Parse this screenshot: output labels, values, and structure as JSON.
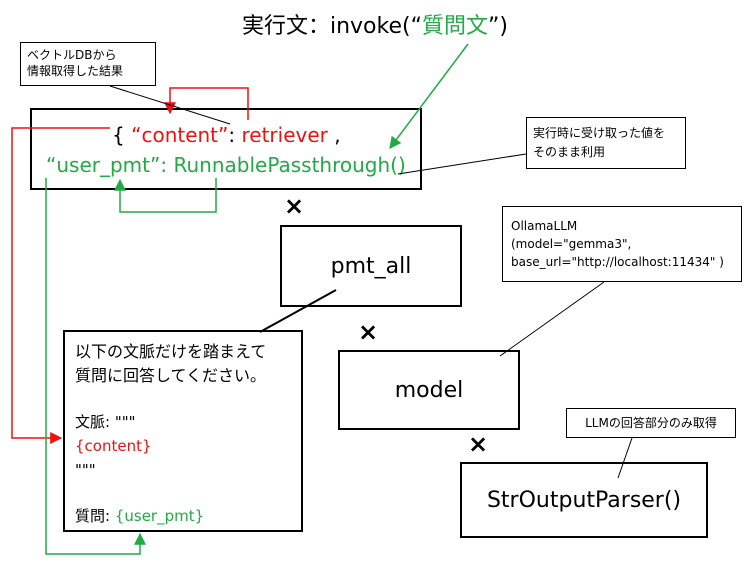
{
  "title": {
    "prefix": "実行文：invoke(“",
    "query": "質問文",
    "suffix": "”)"
  },
  "notes": {
    "retrieval": {
      "line1": "ベクトルDBから",
      "line2": "情報取得した結果"
    },
    "passthrough": {
      "line1": "実行時に受け取った値を",
      "line2": "そのまま利用"
    },
    "ollama": {
      "line1": "OllamaLLM",
      "line2": "(model=\"gemma3\",",
      "line3": "base_url=\"http://localhost:11434\" )"
    },
    "parser": {
      "line1": "LLMの回答部分のみ取得"
    }
  },
  "input_box": {
    "open": "{ ",
    "content_key": "“content”",
    "colon1": ": ",
    "content_value": "retriever",
    "comma": " ,",
    "user_key": "“user_pmt”",
    "colon2": ": ",
    "user_value": "RunnablePassthrough()",
    "close": ""
  },
  "multiply_symbol": "×",
  "pmt_all": {
    "label": "pmt_all"
  },
  "prompt_template": {
    "line1": "以下の文脈だけを踏まえて",
    "line2": "質問に回答してください。",
    "context_label": "文脈: \"\"\"",
    "context_var": "{content}",
    "context_close": "\"\"\"",
    "question_label": "質問: ",
    "question_var": "{user_pmt}"
  },
  "model": {
    "label": "model"
  },
  "parser": {
    "label": "StrOutputParser()"
  },
  "colors": {
    "red": "#ee1111",
    "green": "#22aa44"
  }
}
